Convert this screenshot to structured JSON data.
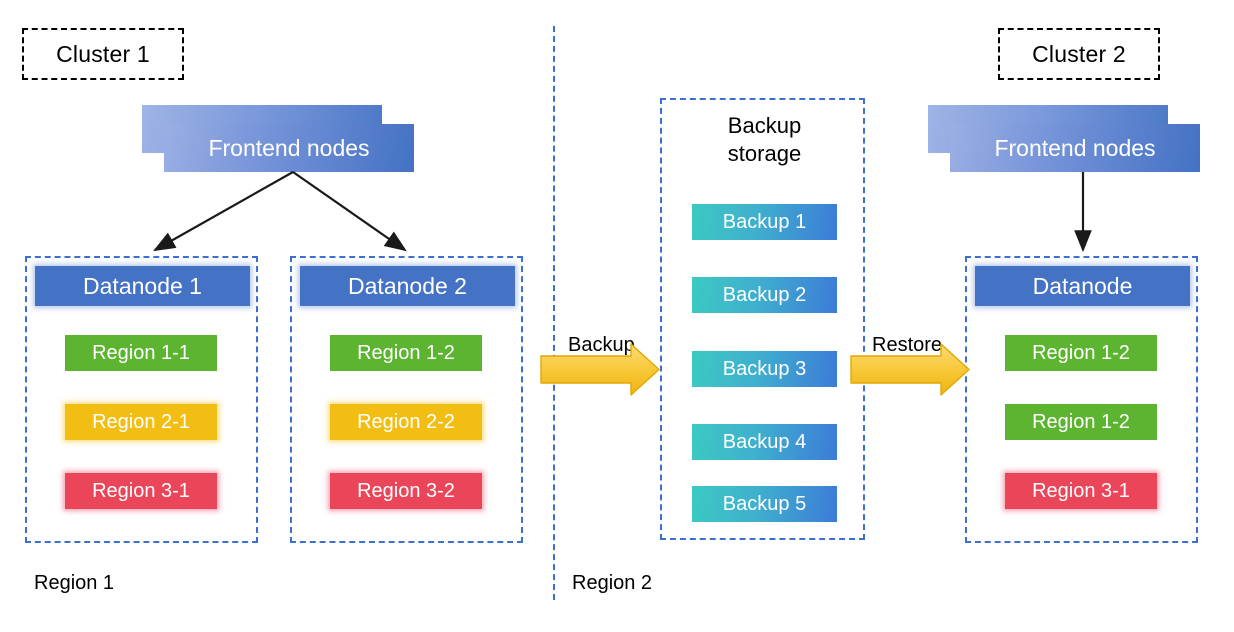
{
  "diagram": {
    "title": "HBase cluster backup and restore topology",
    "colors": {
      "datanode_blue": "#4472C4",
      "frontend_gradient_from": "#9AAFE4",
      "frontend_gradient_to": "#4472C4",
      "region_green": "#5CB431",
      "region_yellow": "#F2BE14",
      "region_red": "#EA4559",
      "backup_gradient_from": "#3CC9C2",
      "backup_gradient_to": "#3D7BD8",
      "arrow_orange": "#F5BE1E",
      "dashed_blue": "#3C6FD0",
      "dashed_black": "#000000",
      "connector_black": "#1A1A1A"
    }
  },
  "cluster1": {
    "tag_label": "Cluster 1",
    "frontend_label": "Frontend nodes",
    "datanodes": [
      {
        "title": "Datanode 1",
        "regions": [
          {
            "label": "Region 1-1",
            "color": "green"
          },
          {
            "label": "Region 2-1",
            "color": "yellow"
          },
          {
            "label": "Region 3-1",
            "color": "red"
          }
        ]
      },
      {
        "title": "Datanode 2",
        "regions": [
          {
            "label": "Region 1-2",
            "color": "green"
          },
          {
            "label": "Region 2-2",
            "color": "yellow"
          },
          {
            "label": "Region 3-2",
            "color": "red"
          }
        ]
      }
    ]
  },
  "backup_storage": {
    "title_line1": "Backup",
    "title_line2": "storage",
    "backups": [
      {
        "label": "Backup 1"
      },
      {
        "label": "Backup 2"
      },
      {
        "label": "Backup 3"
      },
      {
        "label": "Backup 4"
      },
      {
        "label": "Backup 5"
      }
    ]
  },
  "cluster2": {
    "tag_label": "Cluster 2",
    "frontend_label": "Frontend nodes",
    "datanode": {
      "title": "Datanode",
      "regions": [
        {
          "label": "Region 1-2",
          "color": "green"
        },
        {
          "label": "Region 1-2",
          "color": "green"
        },
        {
          "label": "Region 3-1",
          "color": "red"
        }
      ]
    }
  },
  "flows": {
    "backup_label": "Backup",
    "restore_label": "Restore"
  },
  "regions": {
    "left_label": "Region 1",
    "right_label": "Region 2"
  }
}
